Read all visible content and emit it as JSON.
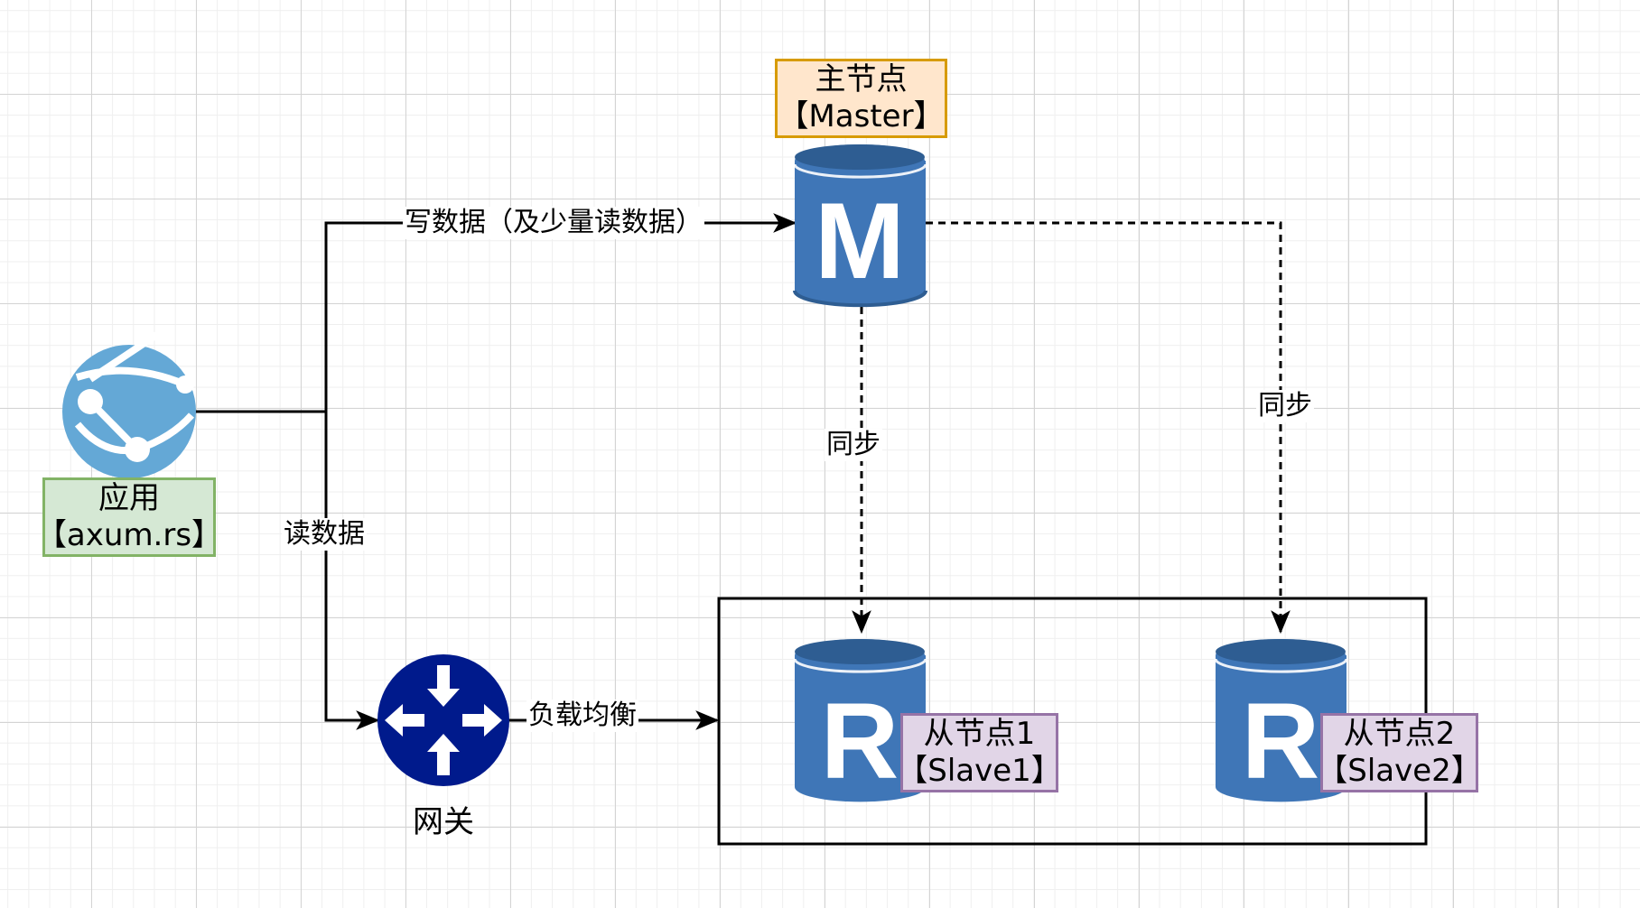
{
  "nodes": {
    "app": {
      "line1": "应用",
      "line2": "【axum.rs】",
      "icon": "web-app-globe-icon"
    },
    "master": {
      "line1": "主节点",
      "line2": "【Master】",
      "db_letter": "M",
      "icon": "database-cylinder-icon"
    },
    "gateway": {
      "label": "网关",
      "icon": "router-arrows-icon"
    },
    "slave1": {
      "line1": "从节点1",
      "line2": "【Slave1】",
      "db_letter": "R",
      "icon": "database-cylinder-icon"
    },
    "slave2": {
      "line1": "从节点2",
      "line2": "【Slave2】",
      "db_letter": "R",
      "icon": "database-cylinder-icon"
    }
  },
  "edges": {
    "write": "写数据（及少量读数据）",
    "read": "读数据",
    "load_balance": "负载均衡",
    "sync1": "同步",
    "sync2": "同步"
  },
  "colors": {
    "db_blue": "#3f76b7",
    "db_top": "#2e5d92",
    "app_blue": "#64a8d6",
    "gateway_navy": "#001a8c",
    "master_fill": "#ffe6cc",
    "master_border": "#d79b00",
    "app_fill": "#d5e8d4",
    "app_border": "#82b366",
    "slave_fill": "#e1d5e7",
    "slave_border": "#9673a6"
  }
}
